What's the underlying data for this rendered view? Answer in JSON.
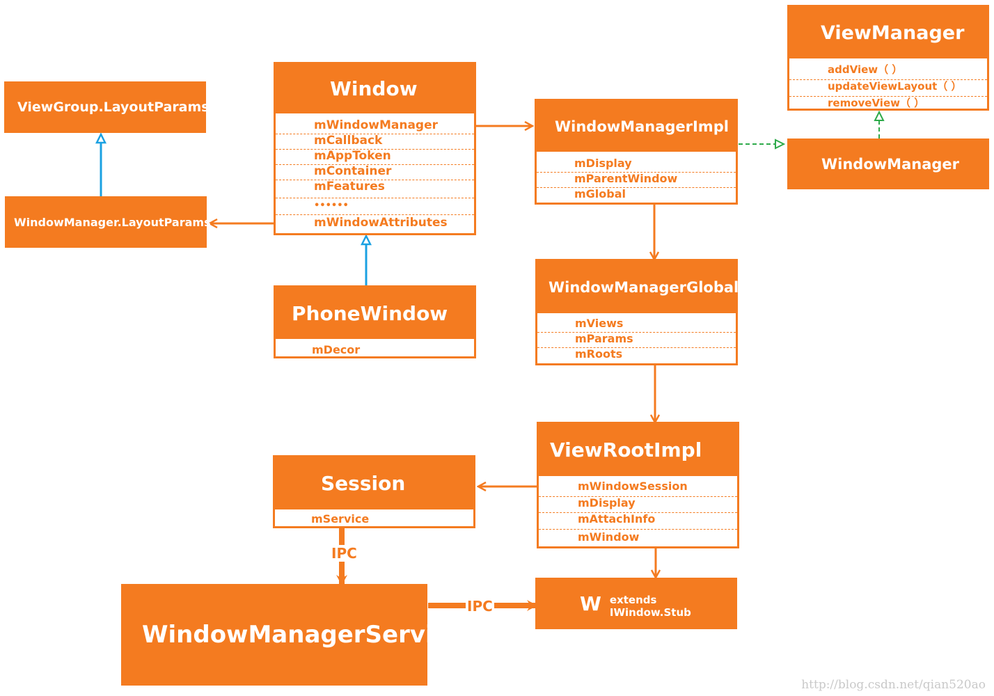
{
  "colors": {
    "accent": "#F47B20",
    "inheritance": "#1BA1E2",
    "realization": "#2EAA4A",
    "background": "#ffffff"
  },
  "boxes": {
    "viewgroup_layoutparams": {
      "title": "ViewGroup.LayoutParams"
    },
    "windowmanager_layoutparams": {
      "title": "WindowManager.LayoutParams"
    },
    "window": {
      "title": "Window",
      "fields": [
        "mWindowManager",
        "mCallback",
        "mAppToken",
        "mContainer",
        "mFeatures",
        "••••••",
        "mWindowAttributes"
      ]
    },
    "phonewindow": {
      "title": "PhoneWindow",
      "fields": [
        "mDecor"
      ]
    },
    "windowmanagerimpl": {
      "title": "WindowManagerImpl",
      "fields": [
        "mDisplay",
        "mParentWindow",
        "mGlobal"
      ]
    },
    "viewmanager": {
      "title": "ViewManager",
      "fields": [
        "addView（ ）",
        "updateViewLayout（ ）",
        "removeView（ ）"
      ]
    },
    "windowmanager": {
      "title": "WindowManager"
    },
    "windowmanagerglobal": {
      "title": "WindowManagerGlobal",
      "fields": [
        "mViews",
        "mParams",
        "mRoots"
      ]
    },
    "viewrootimpl": {
      "title": "ViewRootImpl",
      "fields": [
        "mWindowSession",
        "mDisplay",
        "mAttachInfo",
        "mWindow"
      ]
    },
    "session": {
      "title": "Session",
      "fields": [
        "mService"
      ]
    },
    "windowmanagerservice": {
      "title": "WindowManagerService"
    },
    "w": {
      "title": "W",
      "subtitle": "extends IWindow.Stub"
    }
  },
  "labels": {
    "ipc_vertical": "IPC",
    "ipc_horizontal": "IPC"
  },
  "watermark": "http://blog.csdn.net/qian520ao"
}
